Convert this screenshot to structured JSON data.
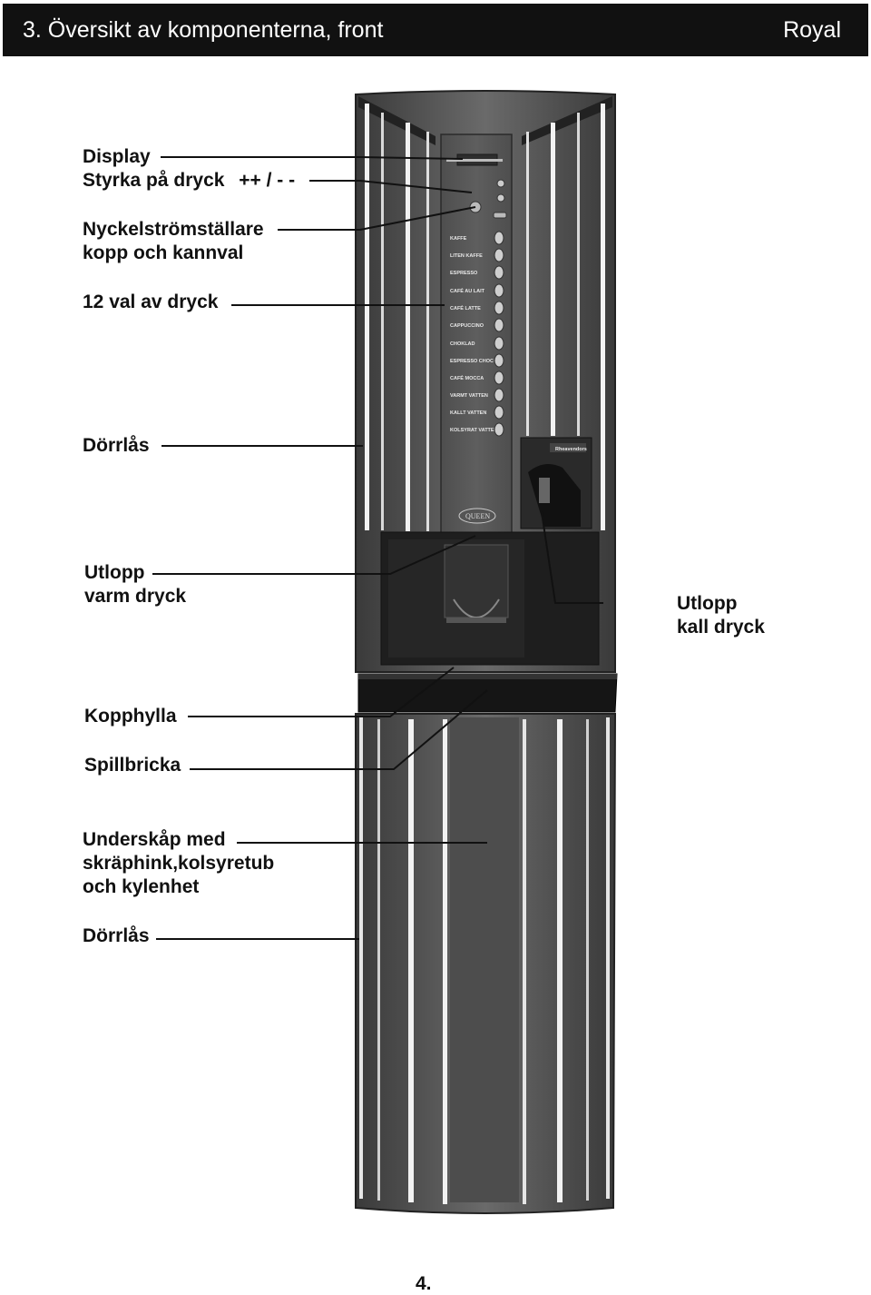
{
  "header": {
    "title": "3. Översikt av komponenterna, front",
    "model": "Royal"
  },
  "labels": {
    "display": "Display",
    "strength": "Styrka på dryck",
    "strength_symbol": "++ / - -",
    "key_switch_1": "Nyckelströmställare",
    "key_switch_2": "kopp och kannval",
    "selections": "12 val av dryck",
    "door_lock_top": "Dörrlås",
    "hot_outlet_1": "Utlopp",
    "hot_outlet_2": "varm dryck",
    "cold_outlet_1": "Utlopp",
    "cold_outlet_2": "kall dryck",
    "cup_shelf": "Kopphylla",
    "drip_tray": "Spillbricka",
    "cabinet_1": "Underskåp med",
    "cabinet_2": "skräphink,kolsyretub",
    "cabinet_3": "och kylenhet",
    "door_lock_bottom": "Dörrlås"
  },
  "machine": {
    "buttons": [
      "KAFFE",
      "LITEN KAFFE",
      "ESPRESSO",
      "CAFÉ AU LAIT",
      "CAFÉ LATTE",
      "CAPPUCCINO",
      "CHOKLAD",
      "ESPRESSO CHOC",
      "CAFÉ MOCCA",
      "VARMT VATTEN",
      "KALLT VATTEN",
      "KOLSYRAT VATTEN"
    ],
    "logo": "QUEEN",
    "brand_badge": "Rheavendors"
  },
  "page_number": "4."
}
